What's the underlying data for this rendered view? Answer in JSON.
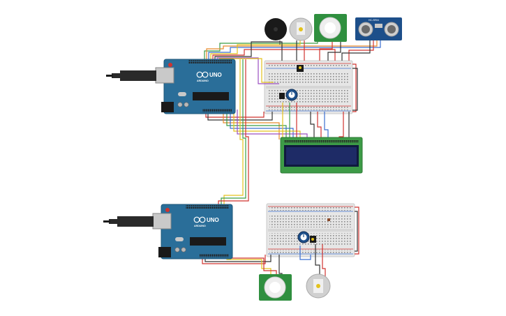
{
  "arduino_top": {
    "brand": "ARDUINO",
    "model": "UNO"
  },
  "arduino_bottom": {
    "brand": "ARDUINO",
    "model": "UNO"
  },
  "ultrasonic": {
    "label": "HC-SR04"
  },
  "colors": {
    "arduino": "#2a6e99",
    "breadboard": "#e6e6e6",
    "lcd_board": "#3d9b47",
    "lcd_screen": "#1e2b66",
    "pir_board": "#2f8f3f",
    "ultrasonic_board": "#1d4f8a",
    "wire_red": "#d0332f",
    "wire_black": "#333333",
    "wire_yellow": "#e3c21c",
    "wire_green": "#3b9c45",
    "wire_blue": "#3a6fd0",
    "wire_orange": "#e88a2a",
    "wire_purple": "#9b4fc0",
    "wire_gray": "#888888"
  }
}
